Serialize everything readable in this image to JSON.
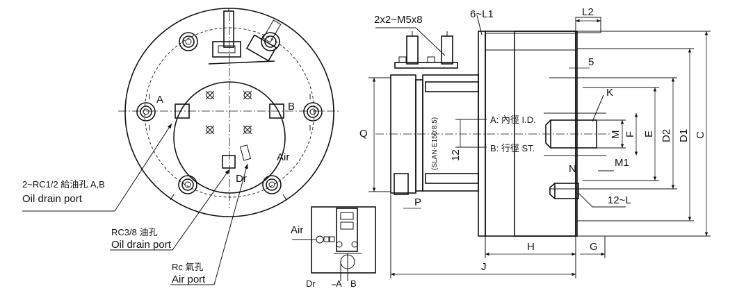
{
  "labels": {
    "screw_spec": "2x2~M5x8",
    "l1": "6~L1",
    "l2": "L2",
    "dim5": "5",
    "k": "K",
    "q": "Q",
    "slan": "(SLAN-E150:8.5)",
    "a_desc": "A: 內徑 I.D.",
    "b_desc": "B: 行徑 ST.",
    "m": "M",
    "f": "F",
    "e": "E",
    "d2": "D2",
    "d1": "D1",
    "c": "C",
    "dim12": "12",
    "n": "N",
    "m1": "M1",
    "twelve_l": "12~L",
    "p": "P",
    "h": "H",
    "g": "G",
    "j": "J",
    "port_a": "A",
    "port_b": "B",
    "air": "Air",
    "dr": "Dr",
    "oil_supply_cn": "2~RC1/2 給油孔 A,B",
    "oil_supply_en": "Oil drain port",
    "rc38_cn": "RC3/8 油孔",
    "rc38_en": "Oil drain port",
    "rc_air_cn": "Rc   氣孔",
    "rc_air_en": "Air port",
    "schem_air": "Air",
    "schem_dr": "Dr",
    "schem_a": "A",
    "schem_b": "B"
  }
}
